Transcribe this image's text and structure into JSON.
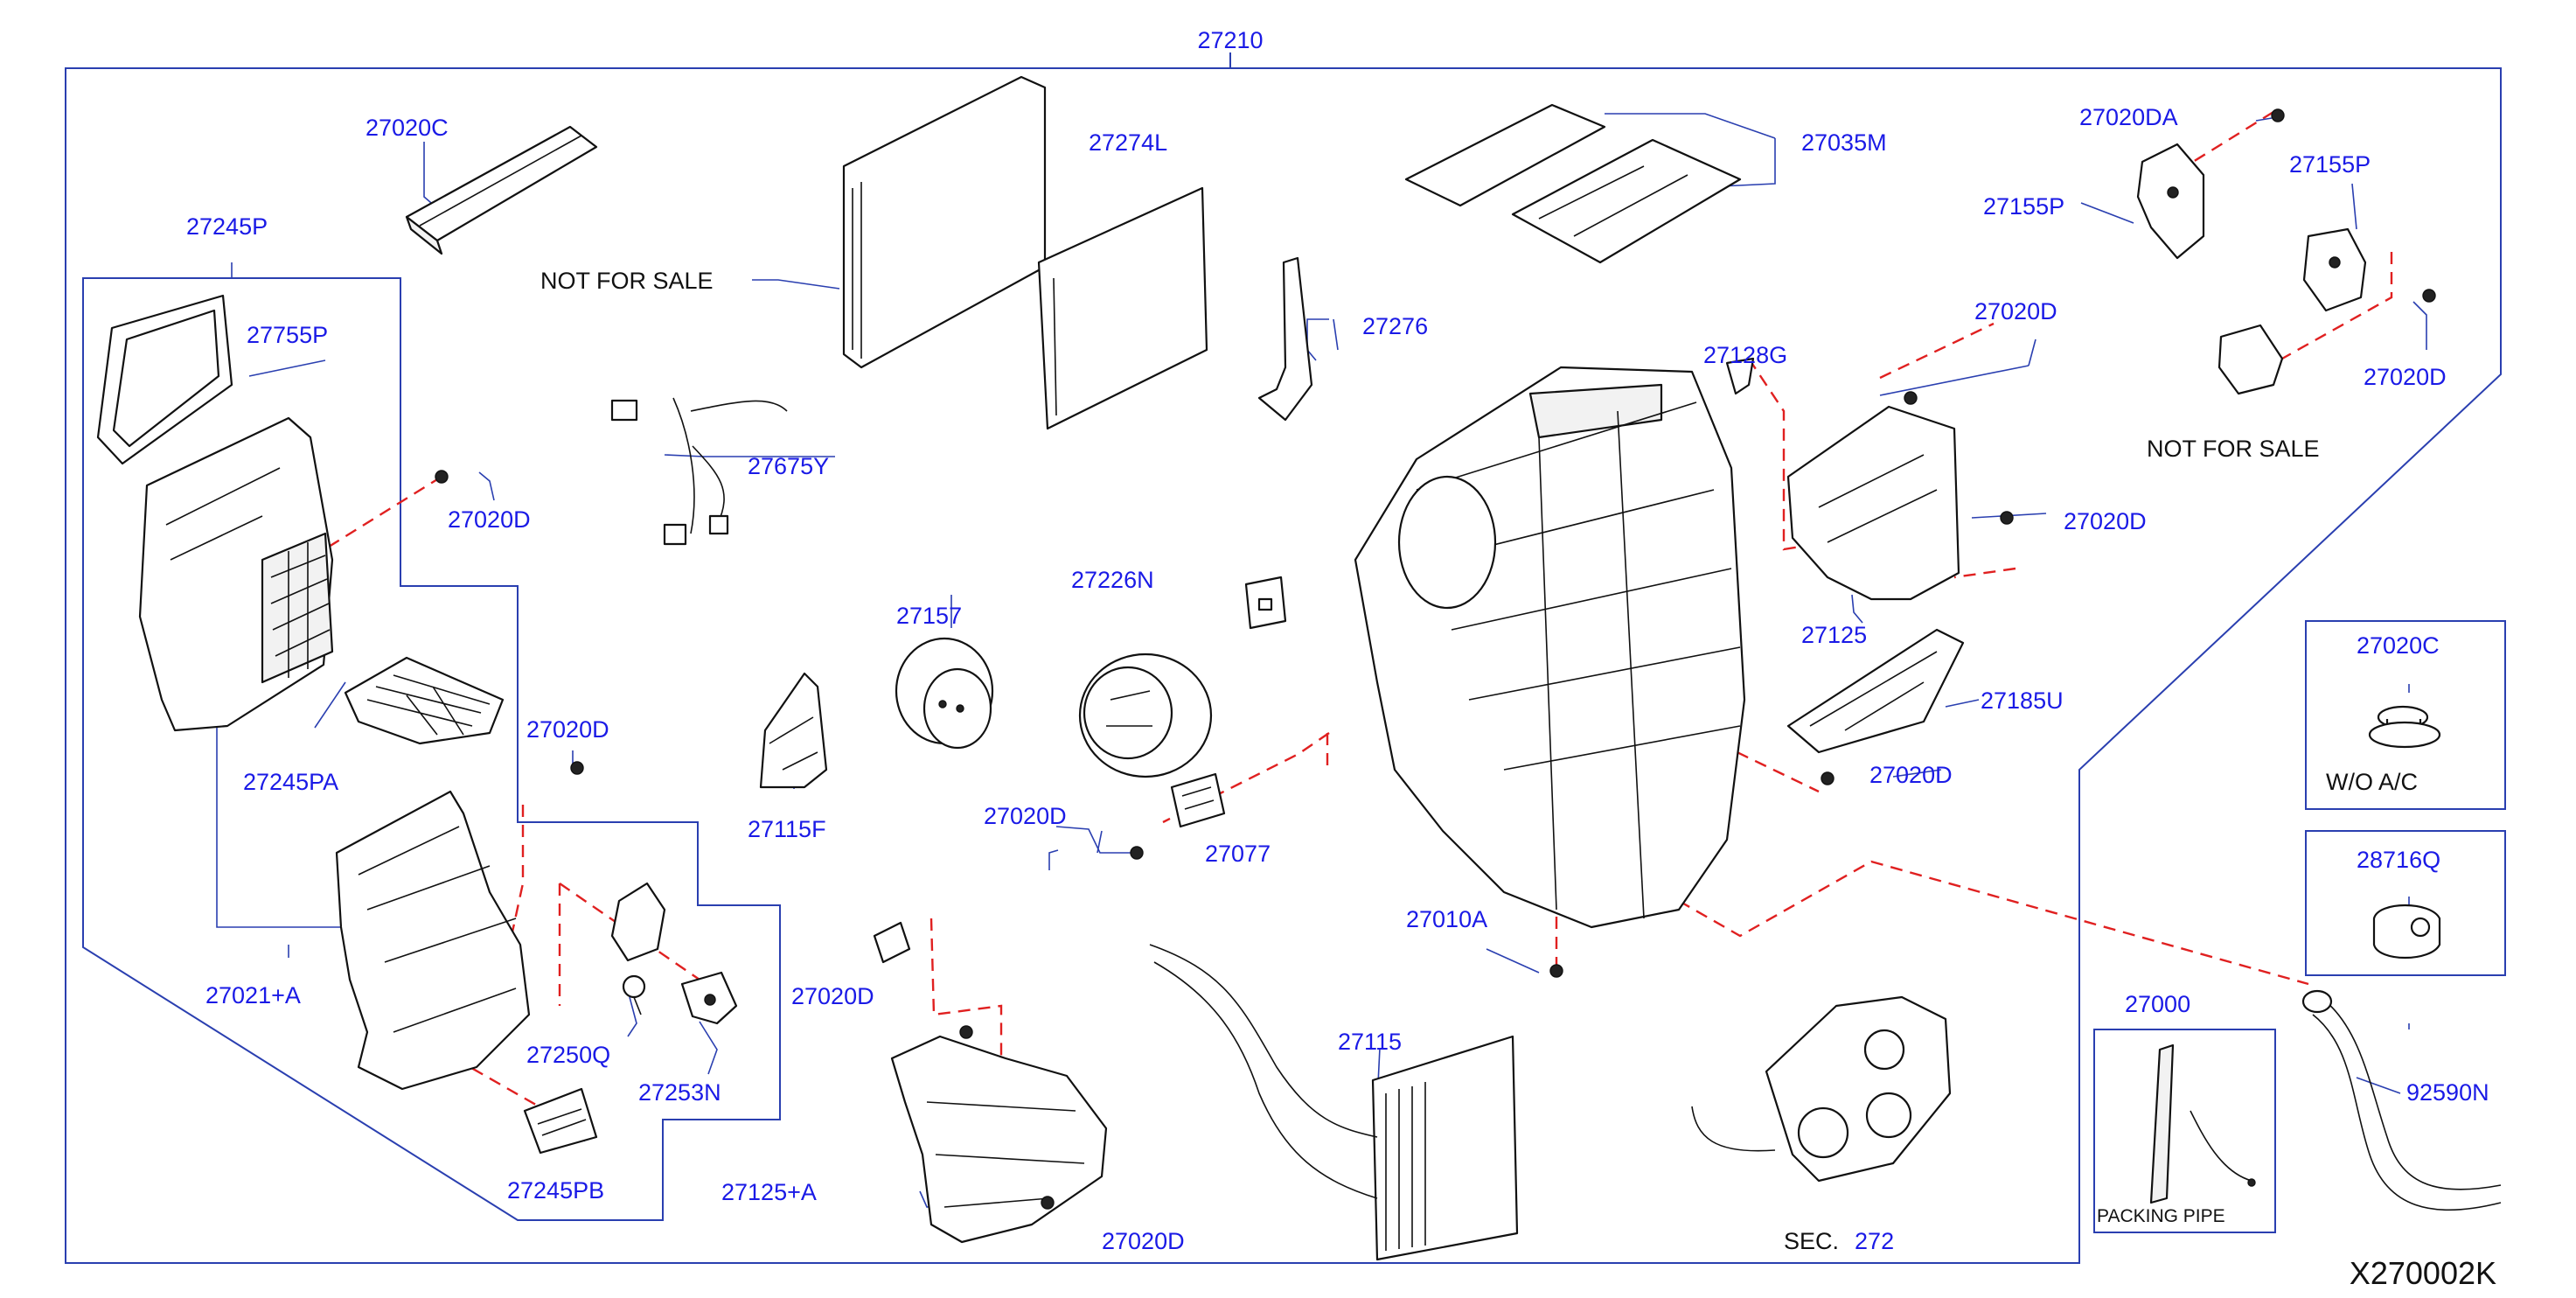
{
  "diagram": {
    "top_label": "27210",
    "code": "X270002K",
    "colors": {
      "label": "#1a1ae6",
      "frame": "#2a3fb0",
      "dashed_leader": "#e02020",
      "line_art": "#111111"
    },
    "labels": {
      "p27020C_top": "27020C",
      "p27245P": "27245P",
      "p27755P": "27755P",
      "p27020D_a": "27020D",
      "p27245PA": "27245PA",
      "p27020D_b": "27020D",
      "p27021A": "27021+A",
      "p27250Q": "27250Q",
      "p27253N": "27253N",
      "p27245PB": "27245PB",
      "p27274L": "27274L",
      "p27675Y": "27675Y",
      "p27157": "27157",
      "p27226N": "27226N",
      "p27115F": "27115F",
      "p27020D_c": "27020D",
      "p27077": "27077",
      "p27020D_d": "27020D",
      "p27125A": "27125+A",
      "p27020D_e": "27020D",
      "p27115": "27115",
      "p27010A": "27010A",
      "p27276": "27276",
      "p27035M": "27035M",
      "p27128G": "27128G",
      "p27020D_f": "27020D",
      "p27020D_g": "27020D",
      "p27125": "27125",
      "p27185U": "27185U",
      "p27020D_h": "27020D",
      "p27020DA": "27020DA",
      "p27155P_a": "27155P",
      "p27155P_b": "27155P",
      "p27020D_i": "27020D",
      "p27020C_box": "27020C",
      "p28716Q": "28716Q",
      "p27000": "27000",
      "p92590N": "92590N",
      "sec_number": "272"
    },
    "notes": {
      "not_for_sale_1": "NOT   FOR   SALE",
      "not_for_sale_2": "NOT   FOR   SALE",
      "wo_ac": "W/O     A/C",
      "packing_pipe": "PACKING    PIPE",
      "sec_prefix": "SEC."
    }
  }
}
